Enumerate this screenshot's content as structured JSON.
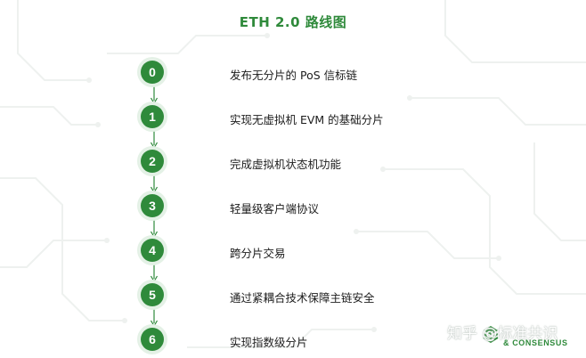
{
  "title": "ETH 2.0  路线图",
  "steps": [
    {
      "num": "0",
      "label": "发布无分片的 PoS 信标链"
    },
    {
      "num": "1",
      "label": "实现无虚拟机 EVM 的基础分片"
    },
    {
      "num": "2",
      "label": "完成虚拟机状态机功能"
    },
    {
      "num": "3",
      "label": "轻量级客户端协议"
    },
    {
      "num": "4",
      "label": "跨分片交易"
    },
    {
      "num": "5",
      "label": "通过紧耦合技术保障主链安全"
    },
    {
      "num": "6",
      "label": "实现指数级分片"
    }
  ],
  "watermark": {
    "text": "知乎 @标准共识",
    "sub": "& CONSENSUS"
  },
  "colors": {
    "accent": "#2f8a3b",
    "halo": "#e4f1e6",
    "circuit": "#eef1ef"
  }
}
